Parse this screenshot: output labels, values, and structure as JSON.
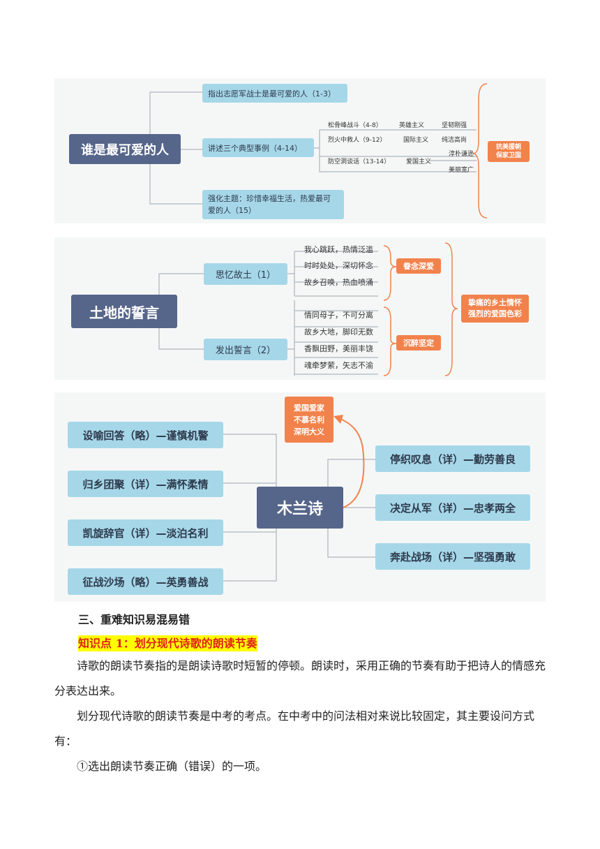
{
  "map1": {
    "central": "谁是最可爱的人",
    "b1": "指出志愿军战士是最可爱的人（1-3）",
    "b2": "讲述三个典型事例（4-14）",
    "b3_line1": "强化主题：珍惜幸福生活，热爱最可",
    "b3_line2": "爱的人（15）",
    "events": [
      {
        "name": "松骨峰战斗（4-8）",
        "spirit": "英雄主义",
        "quality": "坚韧刚强"
      },
      {
        "name": "烈火中救人（9-12）",
        "spirit": "国际主义",
        "quality": "纯洁高尚"
      },
      {
        "name": "防空洞谈话（13-14）",
        "spirit": "爱国主义",
        "quality1": "淳朴谦逊",
        "quality2": "美丽宽广"
      }
    ],
    "summary_line1": "抗美援朝",
    "summary_line2": "保家卫国"
  },
  "map2": {
    "central": "土地的誓言",
    "b1": "思忆故土（1）",
    "b2": "发出誓言（2）",
    "leaves1": [
      "我心跳跃，热情泛滥",
      "时时处处，深切怀念",
      "故乡召唤，热血喷涌"
    ],
    "leaves2": [
      "情同母子，不可分离",
      "故乡大地，脚印无数",
      "香飘田野，美丽丰饶",
      "魂牵梦萦，矢志不渝"
    ],
    "tag1": "眷念深爱",
    "tag2": "沉醉坚定",
    "summary_line1": "挚痛的乡土情怀",
    "summary_line2": "强烈的爱国色彩"
  },
  "map3": {
    "central": "木兰诗",
    "left": [
      "设喻回答（略）—谨慎机警",
      "归乡团聚（详）—满怀柔情",
      "凯旋辞官（详）—淡泊名利",
      "征战沙场（略）—英勇善战"
    ],
    "right": [
      "停织叹息（详）—勤劳善良",
      "决定从军（详）—忠孝两全",
      "奔赴战场（详）—坚强勇敢"
    ],
    "tag_line1": "爱国爱家",
    "tag_line2": "不慕名利",
    "tag_line3": "深明大义"
  },
  "text": {
    "section_heading": "三、重难知识易混易错",
    "knowledge_heading": "知识点 1：划分现代诗歌的朗读节奏",
    "para1": "诗歌的朗读节奏指的是朗读诗歌时短暂的停顿。朗读时，采用正确的节奏有助于把诗人的情感充分表达出来。",
    "para2": "划分现代诗歌的朗读节奏是中考的考点。在中考中的问法相对来说比较固定，其主要设问方式有：",
    "para3": "①选出朗读节奏正确（错误）的一项。"
  },
  "colors": {
    "central": "#56658a",
    "branch": "#a6d7e8",
    "accent": "#f2824c",
    "highlight": "#ffff00",
    "heading_red": "#e0201b"
  }
}
